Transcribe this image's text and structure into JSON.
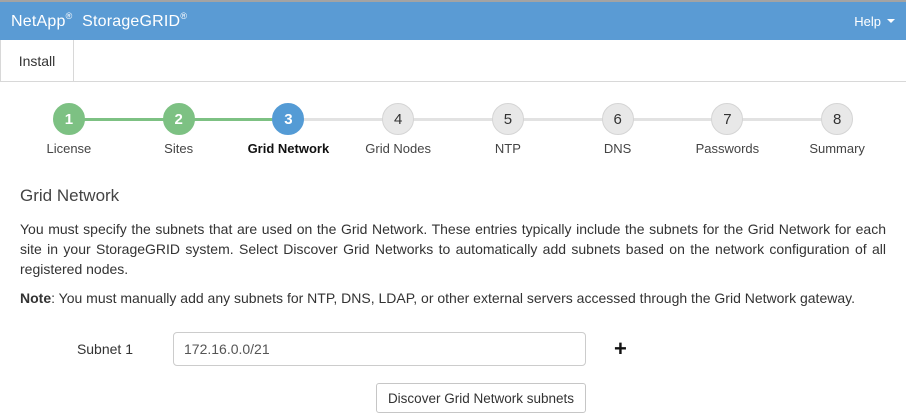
{
  "header": {
    "brand_part1": "NetApp",
    "brand_part2": "StorageGRID",
    "reg": "®",
    "help_label": "Help"
  },
  "tabs": {
    "install_label": "Install"
  },
  "stepper": {
    "steps": [
      {
        "num": "1",
        "label": "License",
        "state": "complete"
      },
      {
        "num": "2",
        "label": "Sites",
        "state": "complete"
      },
      {
        "num": "3",
        "label": "Grid Network",
        "state": "active"
      },
      {
        "num": "4",
        "label": "Grid Nodes",
        "state": "future"
      },
      {
        "num": "5",
        "label": "NTP",
        "state": "future"
      },
      {
        "num": "6",
        "label": "DNS",
        "state": "future"
      },
      {
        "num": "7",
        "label": "Passwords",
        "state": "future"
      },
      {
        "num": "8",
        "label": "Summary",
        "state": "future"
      }
    ]
  },
  "main": {
    "title": "Grid Network",
    "description": "You must specify the subnets that are used on the Grid Network. These entries typically include the subnets for the Grid Network for each site in your StorageGRID system. Select Discover Grid Networks to automatically add subnets based on the network configuration of all registered nodes.",
    "note_label": "Note",
    "note_rest": ": You must manually add any subnets for NTP, DNS, LDAP, or other external servers accessed through the Grid Network gateway.",
    "form": {
      "subnet_label": "Subnet 1",
      "subnet_value": "172.16.0.0/21",
      "add_icon": "+",
      "discover_button": "Discover Grid Network subnets"
    }
  },
  "colors": {
    "header_blue": "#5a9bd4",
    "step_complete_green": "#7dc183",
    "step_active_blue": "#549bd5",
    "step_future_gray": "#e8e8e8",
    "connector_gray": "#e2e2e2",
    "border_gray": "#d8d8d8"
  }
}
